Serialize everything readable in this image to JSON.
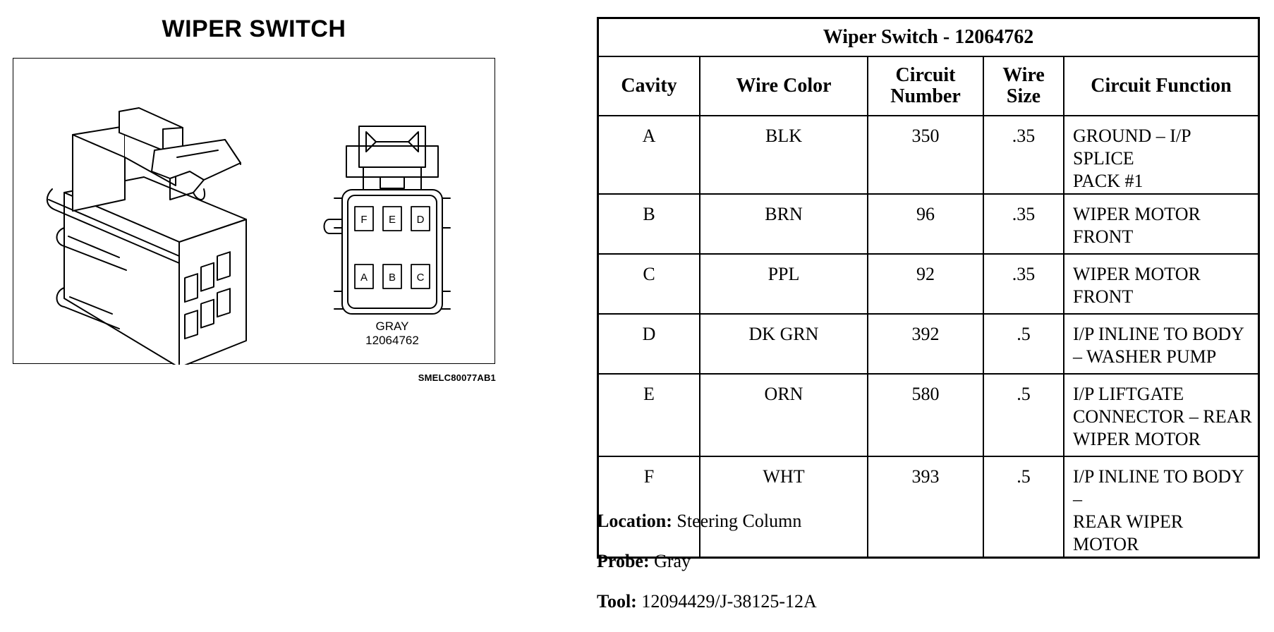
{
  "figure": {
    "title": "WIPER SWITCH",
    "connector_color": "GRAY",
    "connector_part": "12064762",
    "figure_code": "SMELC80077AB1",
    "cavity_labels_top": [
      "F",
      "E",
      "D"
    ],
    "cavity_labels_bottom": [
      "A",
      "B",
      "C"
    ]
  },
  "table": {
    "title": "Wiper Switch - 12064762",
    "headers": {
      "cavity": "Cavity",
      "wire_color": "Wire Color",
      "circuit_number_1": "Circuit",
      "circuit_number_2": "Number",
      "wire_size_1": "Wire",
      "wire_size_2": "Size",
      "circuit_function": "Circuit Function"
    },
    "rows": [
      {
        "cavity": "A",
        "wire_color": "BLK",
        "circuit": "350",
        "size": ".35",
        "func1": "GROUND – I/P SPLICE",
        "func2": "PACK #1",
        "func3": ""
      },
      {
        "cavity": "B",
        "wire_color": "BRN",
        "circuit": "96",
        "size": ".35",
        "func1": "WIPER MOTOR",
        "func2": "FRONT",
        "func3": ""
      },
      {
        "cavity": "C",
        "wire_color": "PPL",
        "circuit": "92",
        "size": ".35",
        "func1": "WIPER MOTOR",
        "func2": "FRONT",
        "func3": ""
      },
      {
        "cavity": "D",
        "wire_color": "DK GRN",
        "circuit": "392",
        "size": ".5",
        "func1": "I/P INLINE TO BODY",
        "func2": "– WASHER PUMP",
        "func3": ""
      },
      {
        "cavity": "E",
        "wire_color": "ORN",
        "circuit": "580",
        "size": ".5",
        "func1": "I/P LIFTGATE",
        "func2": "CONNECTOR – REAR",
        "func3": "WIPER MOTOR"
      },
      {
        "cavity": "F",
        "wire_color": "WHT",
        "circuit": "393",
        "size": ".5",
        "func1": "I/P INLINE TO BODY –",
        "func2": "REAR WIPER MOTOR",
        "func3": ""
      }
    ]
  },
  "info": {
    "location_label": "Location:",
    "location_value": "Steering Column",
    "probe_label": "Probe:",
    "probe_value": "Gray",
    "tool_label": "Tool:",
    "tool_value": "12094429/J-38125-12A"
  }
}
